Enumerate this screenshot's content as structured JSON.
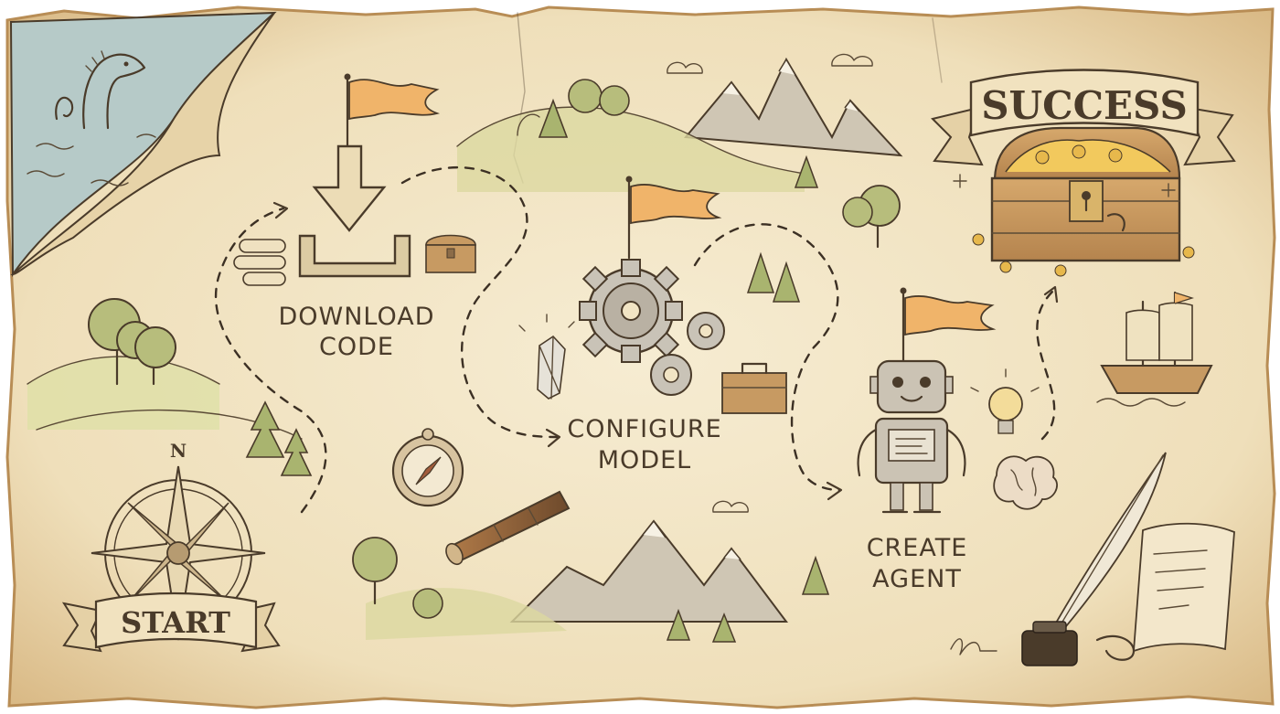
{
  "colors": {
    "parchment": "#f1e4c4",
    "parchment_edge": "#c9a46d",
    "ink": "#4a3b2a",
    "flag": "#f0b46a",
    "foliage": "#a9b46f",
    "mountain": "#bdb3a3",
    "sea": "#a7c1c4",
    "wood": "#c79a62"
  },
  "start": {
    "banner": "START",
    "compass_letter": "N"
  },
  "steps": [
    {
      "id": "download",
      "label_line1": "DOWNLOAD",
      "label_line2": "CODE",
      "icon": "download-arrow-icon"
    },
    {
      "id": "configure",
      "label_line1": "CONFIGURE",
      "label_line2": "MODEL",
      "icon": "gear-icon"
    },
    {
      "id": "agent",
      "label_line1": "CREATE",
      "label_line2": "AGENT",
      "icon": "robot-icon"
    }
  ],
  "finish": {
    "banner": "SUCCESS",
    "icon": "treasure-chest-icon"
  }
}
